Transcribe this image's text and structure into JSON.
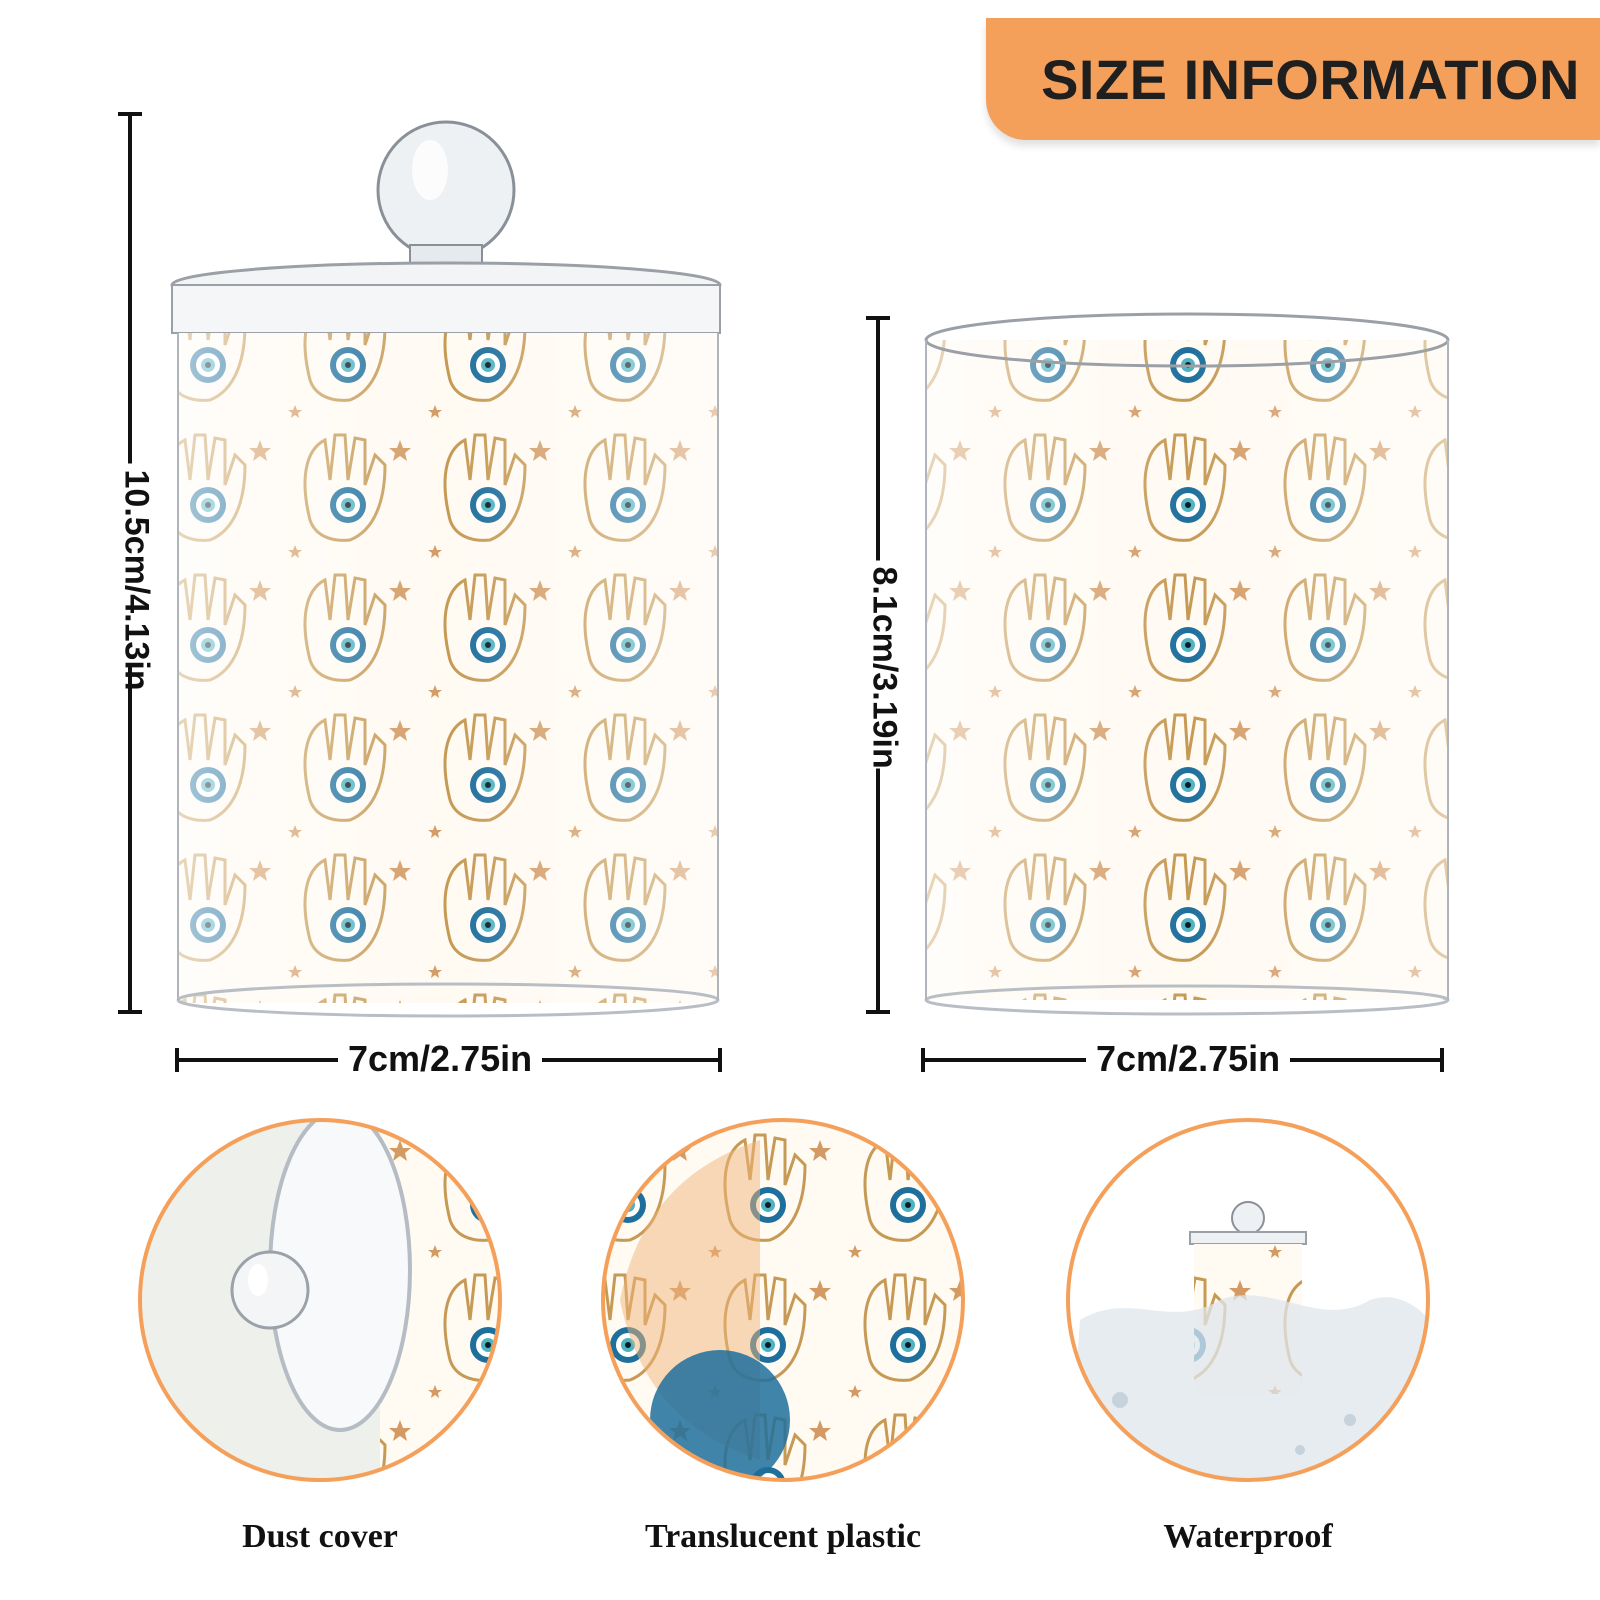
{
  "banner": {
    "title": "SIZE INFORMATION",
    "color": "#f5a05a"
  },
  "jar_with_lid": {
    "height_label": "10.5cm/4.13in",
    "width_label": "7cm/2.75in"
  },
  "jar_without_lid": {
    "height_label": "8.1cm/3.19in",
    "width_label": "7cm/2.75in"
  },
  "features": [
    {
      "label": "Dust cover",
      "icon": "lid-closeup-icon"
    },
    {
      "label": "Translucent plastic",
      "icon": "plastic-closeup-icon"
    },
    {
      "label": "Waterproof",
      "icon": "water-splash-icon"
    }
  ],
  "colors": {
    "accent": "#f5a05a",
    "gold": "#c69a55",
    "eye_blue": "#1f6f9c",
    "eye_teal": "#4fb3bf"
  }
}
